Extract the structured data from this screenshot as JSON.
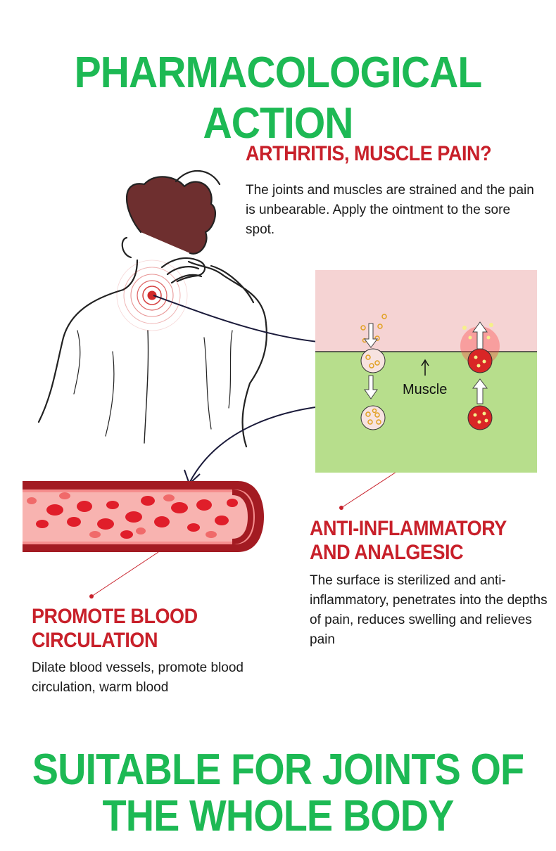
{
  "title": "PHARMACOLOGICAL ACTION",
  "sections": {
    "arthritis": {
      "heading": "ARTHRITIS, MUSCLE PAIN?",
      "text": "The joints and muscles are strained and the pain is unbearable. Apply the ointment to the sore spot."
    },
    "anti": {
      "heading_line1": "ANTI-INFLAMMATORY",
      "heading_line2": "AND ANALGESIC",
      "text": "The surface is sterilized and anti-inflammatory, penetrates into the depths of pain, reduces swelling and relieves pain"
    },
    "blood": {
      "heading_line1": "PROMOTE BLOOD",
      "heading_line2": "CIRCULATION",
      "text": "Dilate blood vessels, promote blood circulation, warm blood"
    }
  },
  "diagram": {
    "muscle_label": "Muscle"
  },
  "bottom": {
    "line1": "SUITABLE FOR JOINTS OF",
    "line2": "THE WHOLE BODY"
  },
  "colors": {
    "green_title": "#1db954",
    "red_heading": "#c8202a",
    "skin_layer": "#f5d3d3",
    "muscle_layer": "#b7de8c"
  },
  "icons": [
    "back-pain-illustration",
    "pain-target-icon",
    "blood-vessel-illustration",
    "arrow-icon"
  ]
}
